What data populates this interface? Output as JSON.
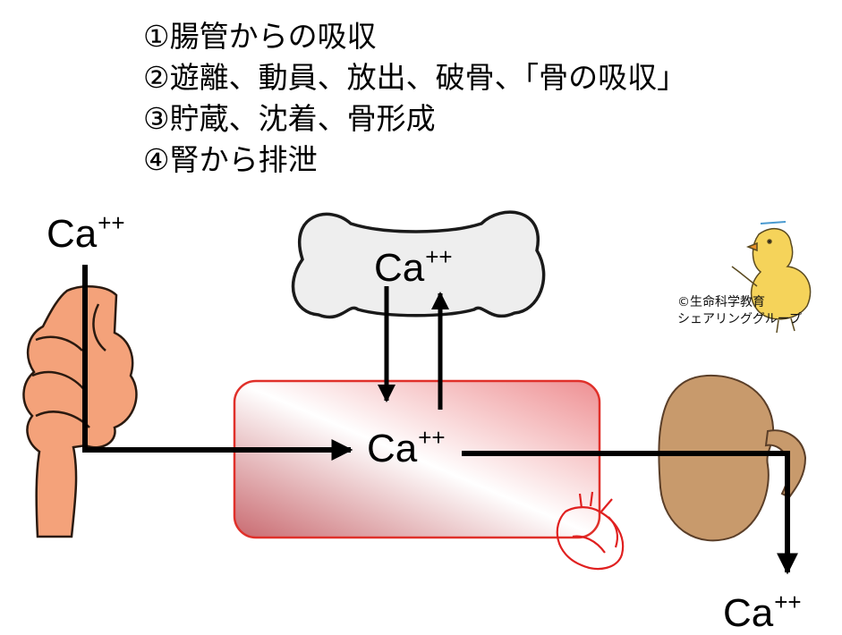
{
  "steps": [
    "①腸管からの吸収",
    "②遊離、動員、放出、破骨、「骨の吸収」",
    "③貯蔵、沈着、骨形成",
    "④腎から排泄"
  ],
  "ion": {
    "base": "Ca",
    "charge": "++"
  },
  "credit": [
    "©生命科学教育",
    "シェアリンググループ"
  ],
  "colors": {
    "intestine": "#f4a27a",
    "blood_border": "#e0302a",
    "blood_fill": "#d98a8c",
    "bone_fill": "#eeeeee",
    "kidney": "#c89a6c",
    "heart": "#e02020",
    "chick": "#f5d35a"
  }
}
